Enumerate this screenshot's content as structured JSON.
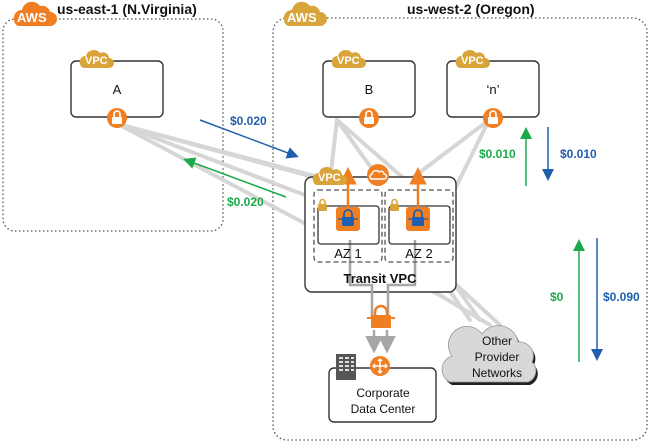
{
  "regions": {
    "east": {
      "badge": "AWS",
      "title": "us-east-1 (N.Virginia)",
      "badge_color": "#f07f23"
    },
    "west": {
      "badge": "AWS",
      "title": "us-west-2 (Oregon)",
      "badge_color": "#d9a43a"
    }
  },
  "vpcs": {
    "a": {
      "badge": "VPC",
      "name": "A"
    },
    "b": {
      "badge": "VPC",
      "name": "B"
    },
    "n": {
      "badge": "VPC",
      "name": "‘n’"
    },
    "transit": {
      "badge": "VPC",
      "name": "Transit VPC",
      "az1": "AZ 1",
      "az2": "AZ 2"
    }
  },
  "data_center": {
    "line1": "Corporate",
    "line2": "Data Center"
  },
  "other_networks": {
    "line1": "Other",
    "line2": "Provider",
    "line3": "Networks"
  },
  "prices": {
    "inter_region_out": "$0.020",
    "inter_region_in": "$0.020",
    "intra_region_in": "$0.010",
    "intra_region_out": "$0.010",
    "internet_in": "$0",
    "internet_out": "$0.090"
  },
  "colors": {
    "orange": "#f07f23",
    "gold": "#d9a43a",
    "blue": "#1f5fae",
    "green": "#1aaa4a",
    "connector_gray": "#d6d6d6"
  }
}
